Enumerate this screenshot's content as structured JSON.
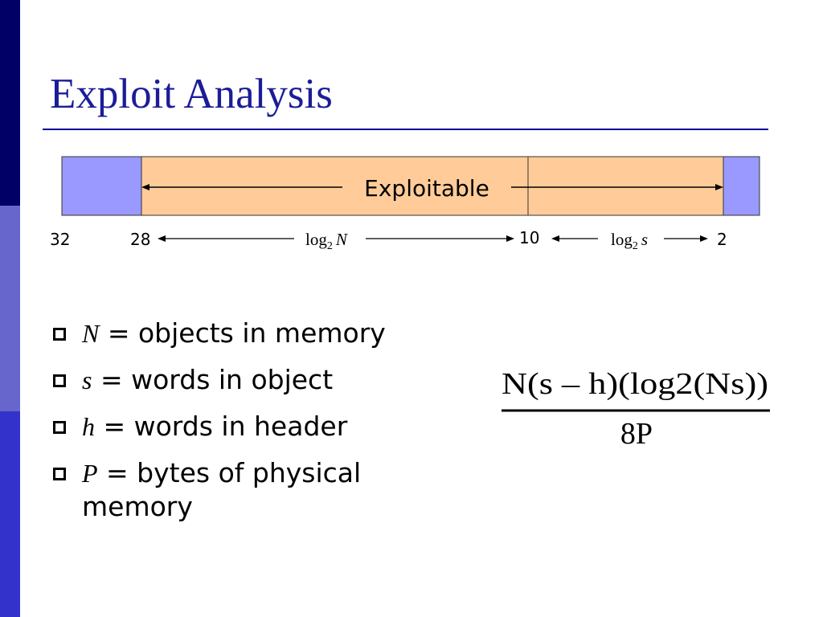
{
  "slide": {
    "title": "Exploit Analysis"
  },
  "diagram": {
    "exploitable_label": "Exploitable",
    "bit_labels": [
      "32",
      "28",
      "10",
      "2"
    ],
    "log_n": {
      "fn": "log",
      "base": "2",
      "arg": "N"
    },
    "log_s": {
      "fn": "log",
      "base": "2",
      "arg": "s"
    }
  },
  "bullets": [
    {
      "var": "N",
      "text": " = objects in memory"
    },
    {
      "var": "s",
      "text": " = words in object"
    },
    {
      "var": "h",
      "text": " = words in header"
    },
    {
      "var": "P",
      "text": " = bytes of physical memory"
    }
  ],
  "formula": {
    "numerator": "N(s – h)(log2(Ns))",
    "denominator": "8P"
  },
  "colors": {
    "sidebar_top": "#000066",
    "sidebar_mid": "#6666cc",
    "sidebar_bottom": "#3333cc",
    "title": "#1c1c99",
    "bar_blue": "#9999ff",
    "bar_orange": "#ffcc99"
  }
}
